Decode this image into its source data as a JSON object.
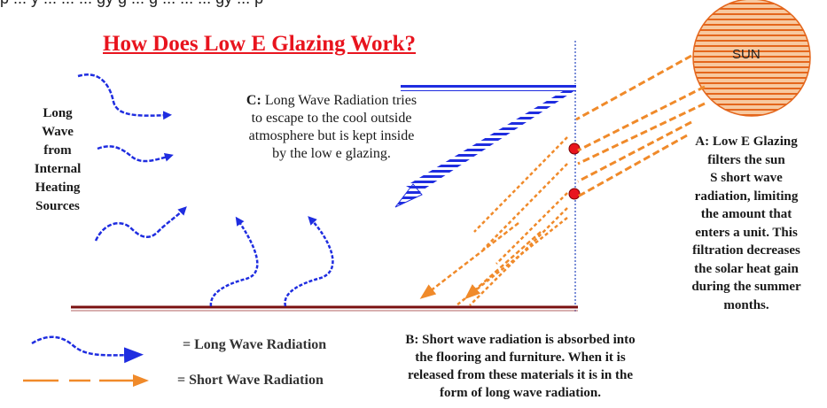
{
  "top_fragment": "p ... y ... ... ... gy g ... g ... ... ... gy ... p",
  "title": "How Does Low E Glazing Work?",
  "sun_label": "SUN",
  "long_wave_source": [
    "Long",
    "Wave",
    "from",
    "Internal",
    "Heating",
    "Sources"
  ],
  "note_c": {
    "prefix": "C:",
    "lines": [
      "Long Wave Radiation tries",
      "to escape to the cool outside",
      "atmosphere but is kept inside",
      "by the low e glazing."
    ]
  },
  "note_a": {
    "lines": [
      "A: Low E Glazing",
      "filters the sun",
      "S short wave",
      "radiation, limiting",
      "the amount that",
      "enters a unit.  This",
      "filtration decreases",
      "the solar heat gain",
      "during the summer",
      "months."
    ]
  },
  "note_b": {
    "lines": [
      "B: Short wave radiation is absorbed into",
      "the flooring and furniture.  When it is",
      "released from these materials it is in the",
      "form of long wave radiation."
    ]
  },
  "legend": {
    "long_wave": "= Long Wave Radiation",
    "short_wave": "= Short Wave Radiation"
  },
  "colors": {
    "title": "#e8141e",
    "long_wave": "#1f2de0",
    "short_wave": "#f08a2a",
    "sun_fill": "#f4a868",
    "sun_lines": "#e4661c",
    "floor": "#7a1010",
    "glazing_dots": "#e8141e"
  }
}
